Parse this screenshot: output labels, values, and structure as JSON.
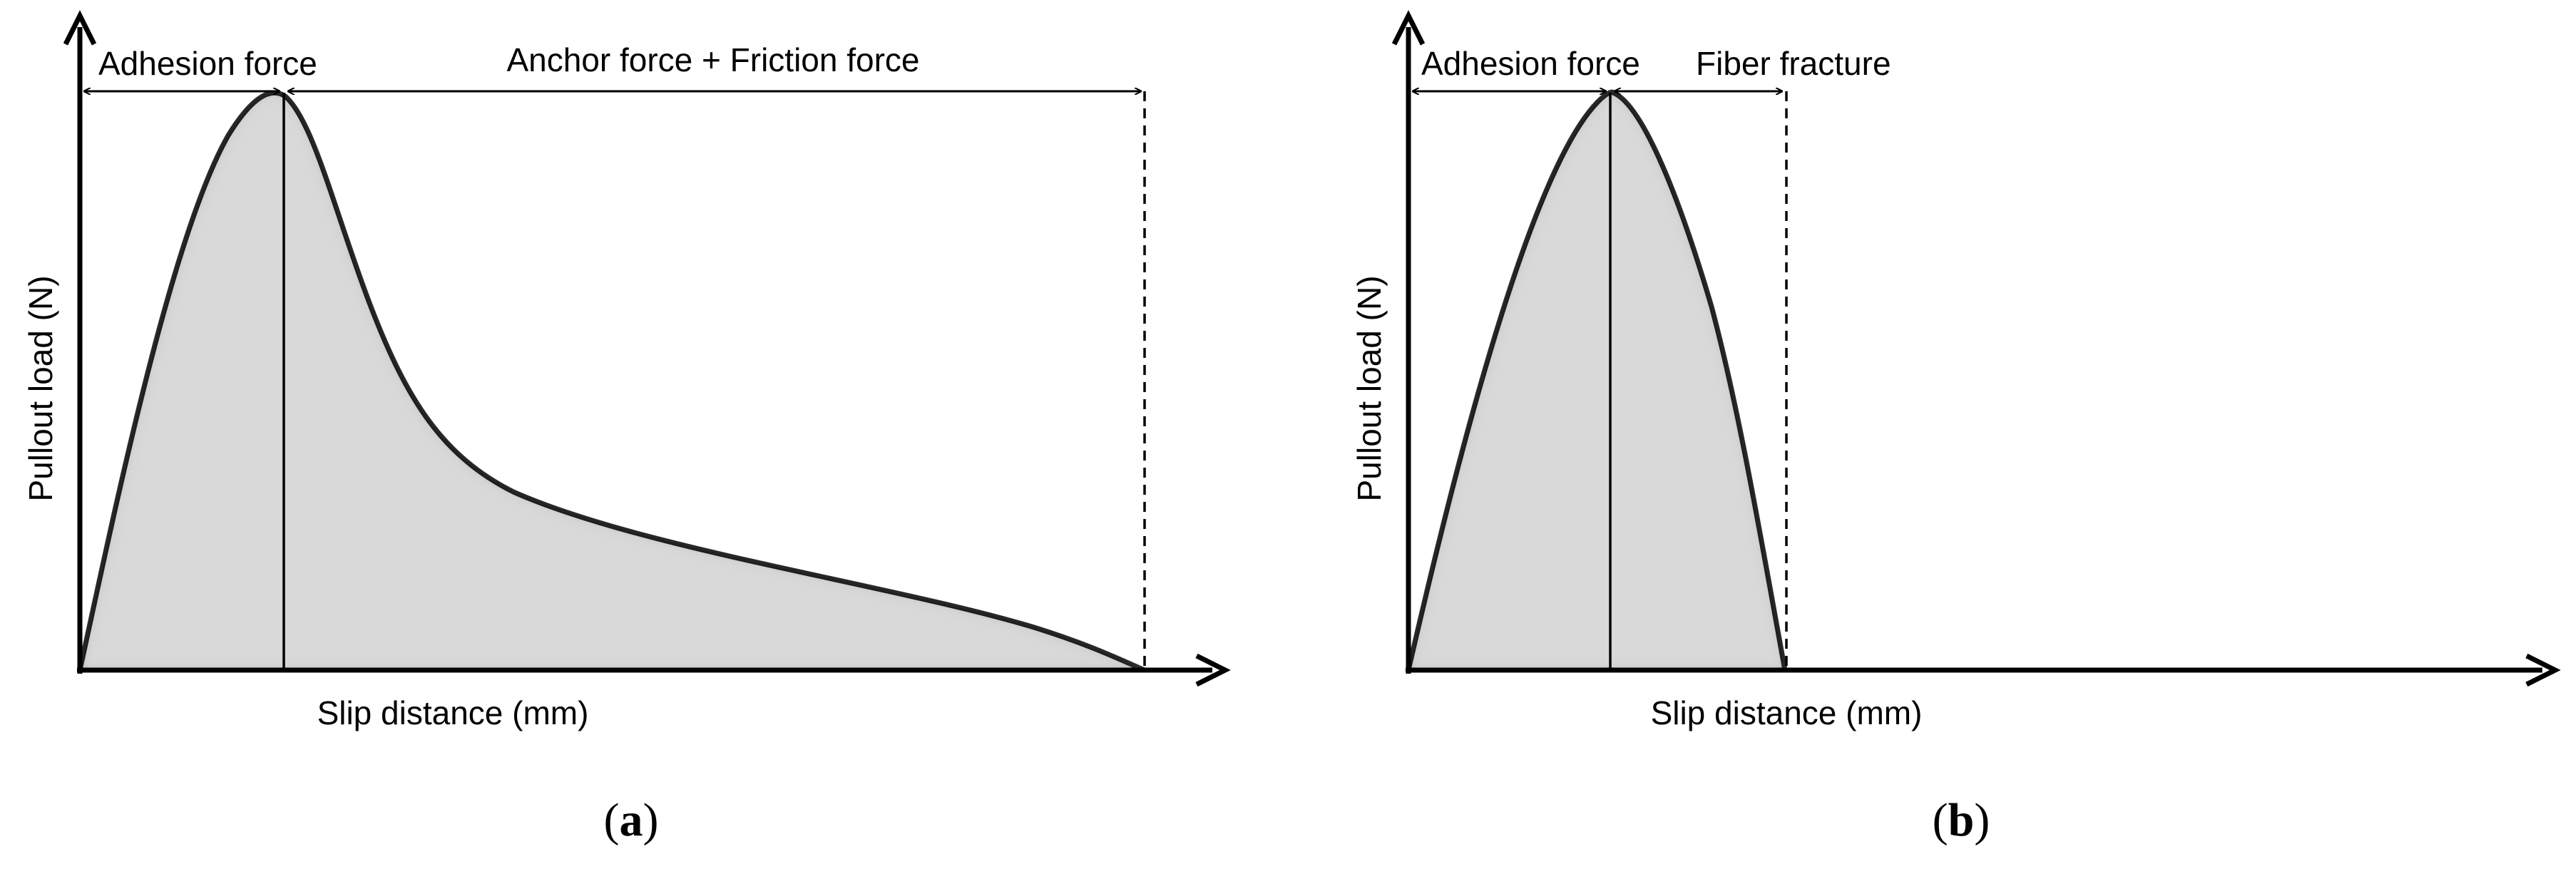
{
  "panels": [
    {
      "id": "a",
      "y_axis_label": "Pullout load (N)",
      "x_axis_label": "Slip distance (mm)",
      "region_labels": [
        "Adhesion force",
        "Anchor force + Friction force"
      ],
      "caption_open": "(",
      "caption_letter": "a",
      "caption_close": ")"
    },
    {
      "id": "b",
      "y_axis_label": "Pullout load (N)",
      "x_axis_label": "Slip distance (mm)",
      "region_labels": [
        "Adhesion force",
        "Fiber fracture"
      ],
      "caption_open": "(",
      "caption_letter": "b",
      "caption_close": ")"
    }
  ],
  "colors": {
    "fill": "#d9d9d9",
    "stroke": "#000000",
    "background": "#ffffff"
  }
}
